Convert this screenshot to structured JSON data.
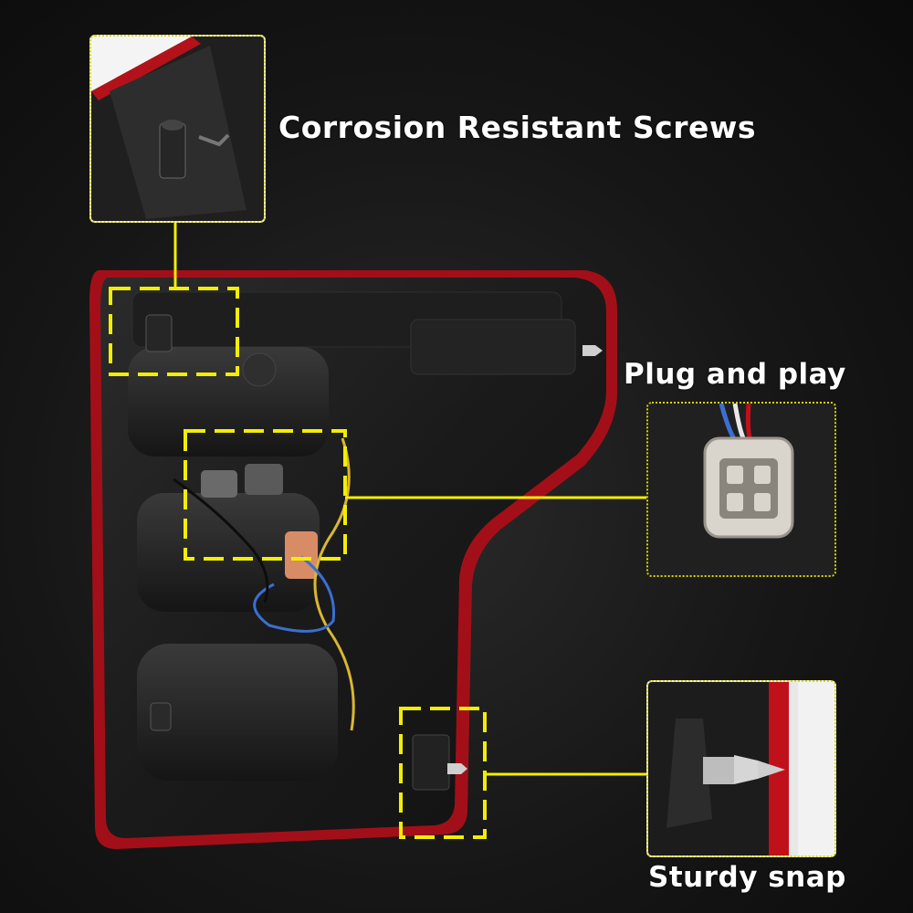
{
  "callouts": {
    "screws": {
      "label": "Corrosion Resistant Screws"
    },
    "plug": {
      "label": "Plug and play"
    },
    "snap": {
      "label": "Sturdy snap"
    }
  },
  "colors": {
    "highlight": "#f2ee00",
    "lens_red": "#c0101a",
    "housing": "#1c1c1c"
  },
  "icons": {
    "screws": "mounting-stud-icon",
    "plug": "wire-connector-icon",
    "snap": "snap-bolt-icon"
  }
}
